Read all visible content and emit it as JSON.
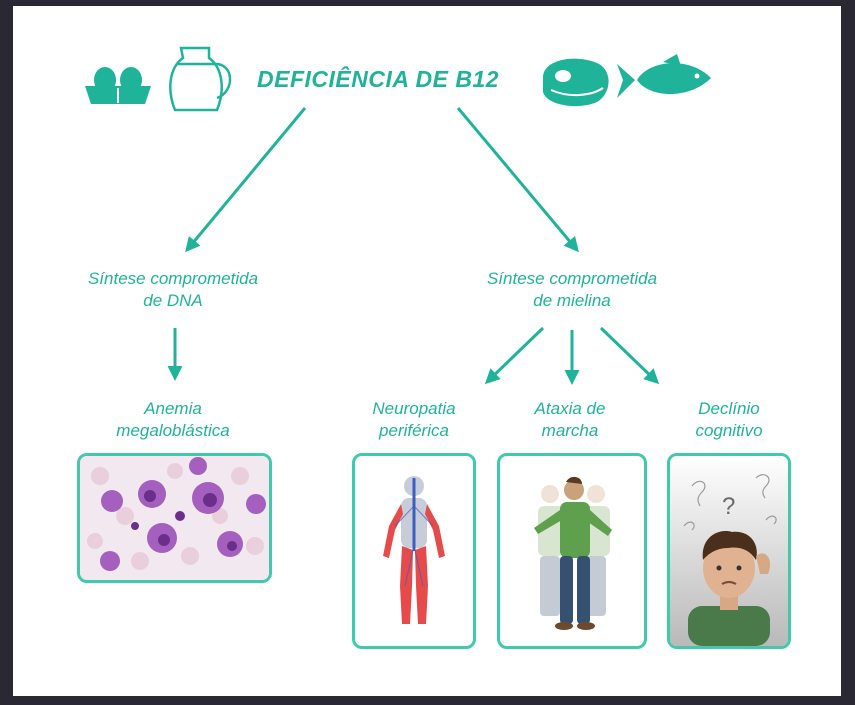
{
  "title": "DEFICIÊNCIA DE B12",
  "colors": {
    "accent": "#1fb39a",
    "panel_border": "#3fc9ad",
    "background": "#2a2833"
  },
  "food_icons": [
    "eggs-icon",
    "milk-jug-icon",
    "meat-icon",
    "fish-icon"
  ],
  "left_branch": {
    "label_line1": "Síntese comprometida",
    "label_line2": "de DNA",
    "outcome_line1": "Anemia",
    "outcome_line2": "megaloblástica",
    "image": "blood-smear-illustration"
  },
  "right_branch": {
    "label_line1": "Síntese comprometida",
    "label_line2": "de mielina",
    "outcomes": [
      {
        "line1": "Neuropatia",
        "line2": "periférica",
        "image": "body-nerves-illustration"
      },
      {
        "line1": "Ataxia de",
        "line2": "marcha",
        "image": "unsteady-walk-illustration"
      },
      {
        "line1": "Declínio",
        "line2": "cognitivo",
        "image": "confused-man-illustration"
      }
    ]
  }
}
